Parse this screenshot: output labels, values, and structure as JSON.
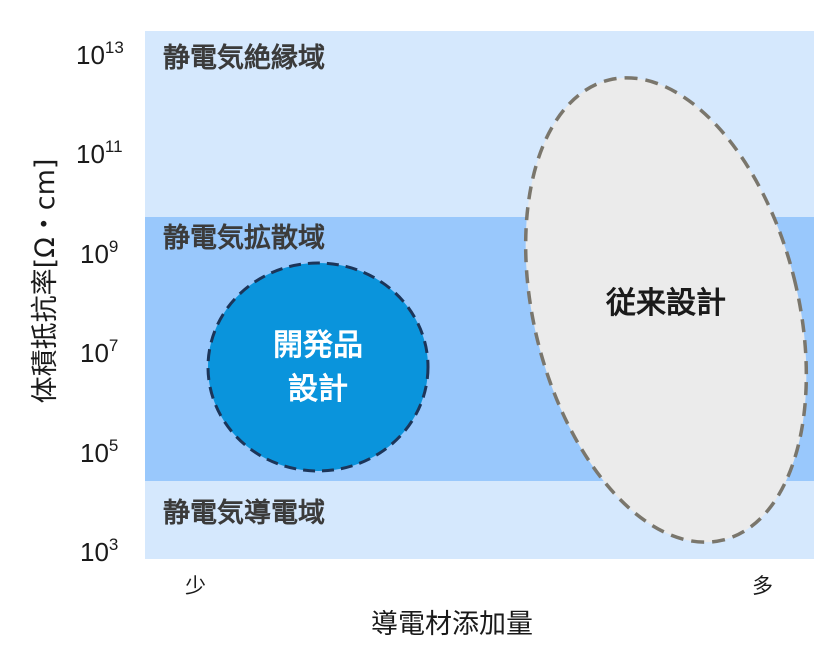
{
  "chart_data": {
    "type": "diagram",
    "title": "",
    "xlabel": "導電材添加量",
    "ylabel": "体積抵抗率[Ω・cm]",
    "x_axis": {
      "low_label": "少",
      "high_label": "多"
    },
    "y_axis": {
      "scale": "log",
      "ticks": [
        {
          "base": "10",
          "exp": "13"
        },
        {
          "base": "10",
          "exp": "11"
        },
        {
          "base": "10",
          "exp": "9"
        },
        {
          "base": "10",
          "exp": "7"
        },
        {
          "base": "10",
          "exp": "5"
        },
        {
          "base": "10",
          "exp": "3"
        }
      ],
      "range": [
        "10^3",
        "10^13"
      ]
    },
    "bands": [
      {
        "label": "静電気絶縁域",
        "range": [
          "≈10^9.3",
          "10^13+"
        ],
        "color": "#d5e8fd"
      },
      {
        "label": "静電気拡散域",
        "range": [
          "≈10^4.4",
          "≈10^9.3"
        ],
        "color": "#99c8fc"
      },
      {
        "label": "静電気導電域",
        "range": [
          "10^3",
          "≈10^4.4"
        ],
        "color": "#d5e8fd"
      }
    ],
    "regions": [
      {
        "label_lines": [
          "開発品",
          "設計"
        ],
        "shape": "circle",
        "x_position": "low",
        "y_range": [
          "≈10^4.4",
          "≈10^8.6"
        ],
        "fill": "#0a94dc",
        "stroke": "#1c3559",
        "stroke_style": "dashed"
      },
      {
        "label_lines": [
          "従来設計"
        ],
        "shape": "tilted-ellipse",
        "x_position": "high",
        "y_range": [
          "≈10^3.2",
          "≈10^12.5"
        ],
        "fill": "#ebebeb",
        "stroke": "#7a766c",
        "stroke_style": "dashed"
      }
    ]
  },
  "colors": {
    "band_light": "#d5e8fd",
    "band_mid": "#99c8fc",
    "dev_fill": "#0a94dc",
    "dev_stroke": "#1c3559",
    "conv_fill": "#ebebeb",
    "conv_stroke": "#7a766c"
  }
}
